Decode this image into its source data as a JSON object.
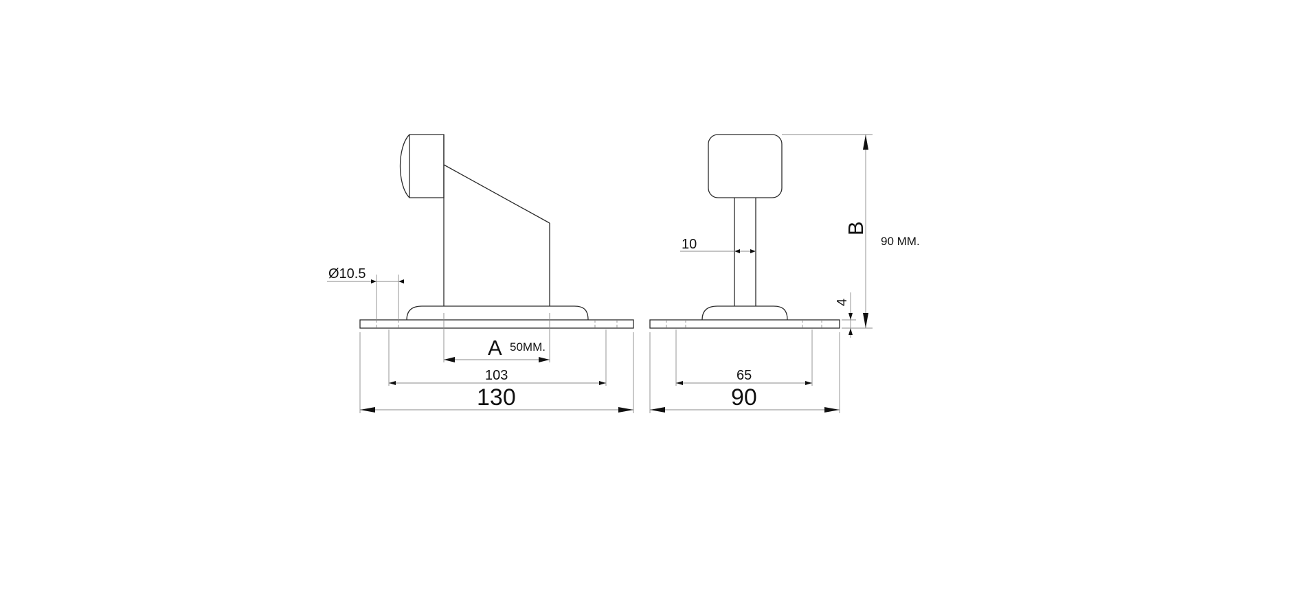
{
  "side_view": {
    "hole_diameter": "Ø10.5",
    "label_a": "A",
    "a_value": "50MM.",
    "hole_spacing": "103",
    "base_length": "130"
  },
  "front_view": {
    "stem_width": "10",
    "plate_thickness": "4",
    "label_b": "B",
    "b_value": "90 MM.",
    "hole_spacing": "65",
    "base_width": "90"
  }
}
